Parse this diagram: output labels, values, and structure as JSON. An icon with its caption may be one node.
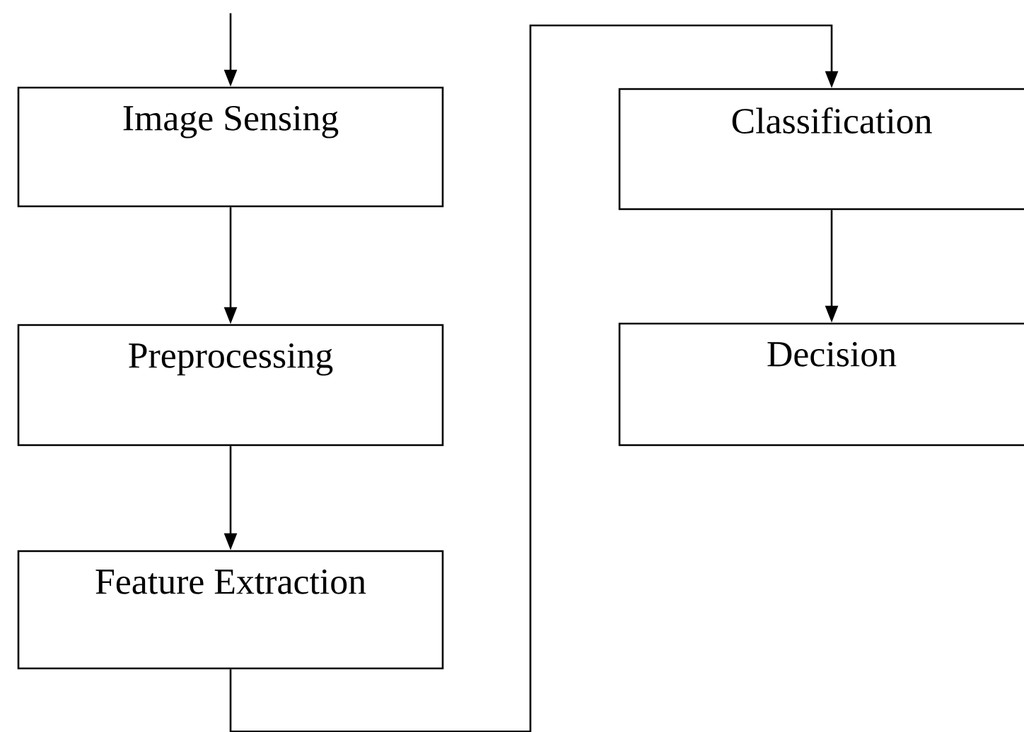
{
  "diagram": {
    "nodes": [
      {
        "text": [
          "Image Sensing"
        ]
      },
      {
        "text": [
          "Preprocessing"
        ]
      },
      {
        "text": [
          "Feature Extraction"
        ]
      },
      {
        "text": [
          "Classification"
        ]
      },
      {
        "text": [
          "Decision"
        ]
      }
    ],
    "edges": [
      {
        "from": null,
        "to": 0,
        "arrow": "to"
      },
      {
        "from": 0,
        "to": 1,
        "arrow": "to"
      },
      {
        "from": 1,
        "to": 2,
        "arrow": "to"
      },
      {
        "from": 2,
        "to": 3,
        "arrow": "to"
      },
      {
        "from": 3,
        "to": 4,
        "arrow": "to"
      }
    ]
  }
}
